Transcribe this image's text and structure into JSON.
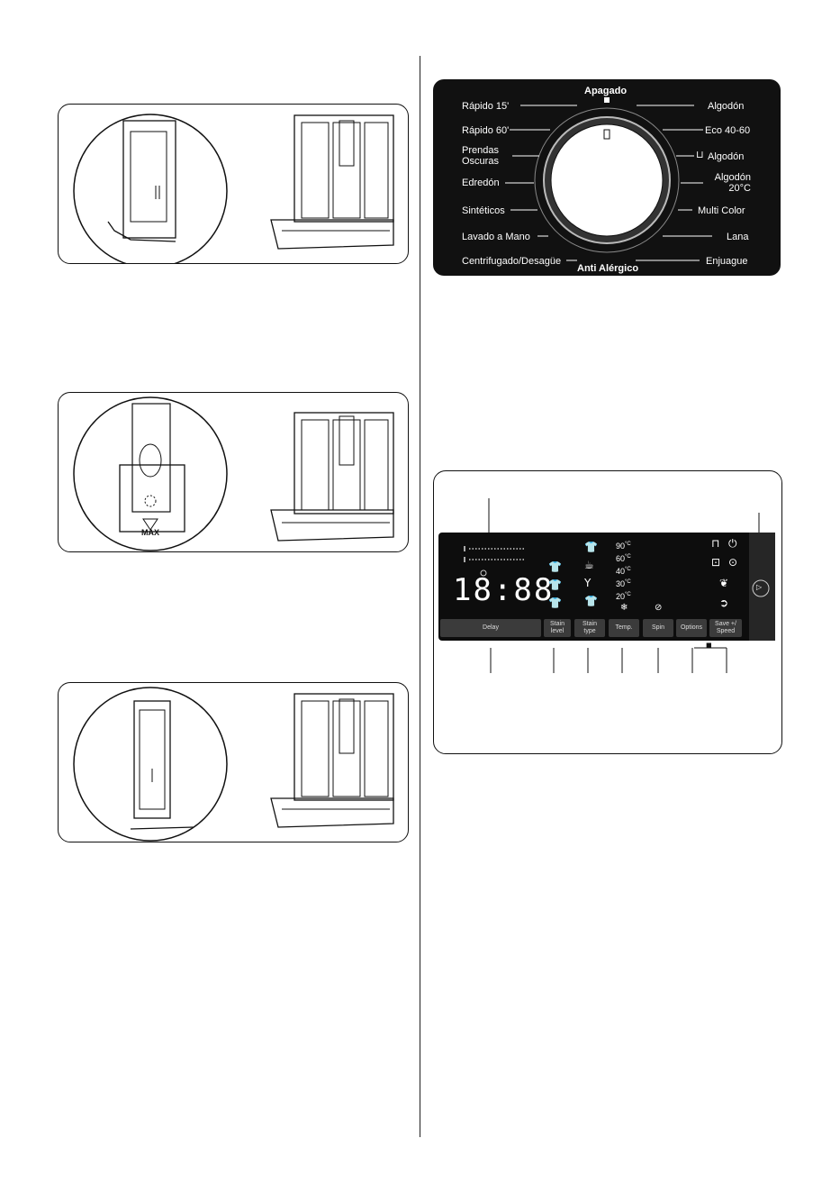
{
  "dial": {
    "top_label": "Apagado",
    "bottom_label": "Anti Alérgico",
    "left_labels": [
      "Rápido 15'",
      "Rápido 60'",
      "Prendas\nOscuras",
      "Edredón",
      "Sintéticos",
      "Lavado a Mano",
      "Centrifugado/Desagüe"
    ],
    "right_labels": [
      "Algodón",
      "Eco 40-60",
      "Algodón",
      "Algodón\n20°C",
      "Multi Color",
      "Lana",
      "Enjuague"
    ]
  },
  "dispenser": {
    "max_label": "MAX"
  },
  "control_panel": {
    "display_digits": "18:88",
    "temperatures": [
      "90",
      "60",
      "40",
      "30",
      "20"
    ],
    "temp_unit": "°C",
    "buttons": {
      "delay": "Delay",
      "stain_level": "Stain\nlevel",
      "stain_type": "Stain\ntype",
      "temp": "Temp.",
      "spin": "Spin",
      "options": "Options",
      "save_speed": "Save +/\nSpeed"
    }
  }
}
